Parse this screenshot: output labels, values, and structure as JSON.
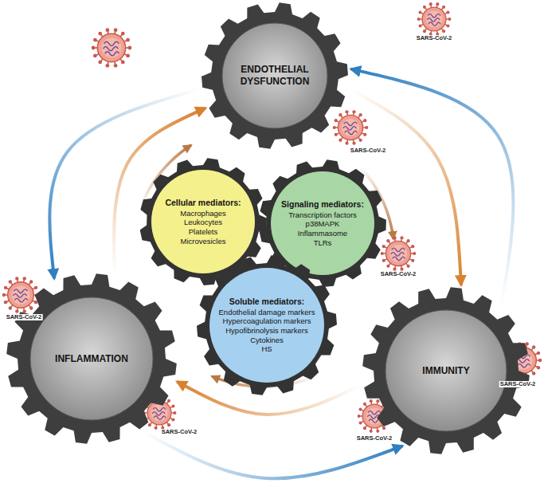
{
  "diagram": {
    "nodes": [
      {
        "text": [
          "ENDOTHELIAL DYSFUNCTION"
        ]
      },
      {
        "text": [
          "Cellular mediators:",
          "Macrophages",
          "Leukocytes",
          "Platelets",
          "Microvesicles"
        ]
      },
      {
        "text": [
          "Signaling mediators:",
          "Transcription factors",
          "p38MAPK",
          "Inflammasome",
          "TLRs"
        ]
      },
      {
        "text": [
          "Soluble mediators:",
          "Endothelial damage markers",
          "Hypercoagulation markers",
          "Hypofibrinolysis markers",
          "Cytokines",
          "HS"
        ]
      },
      {
        "text": [
          "INFLAMMATION"
        ]
      },
      {
        "text": [
          "IMMUNITY"
        ]
      }
    ],
    "edges": [
      {
        "from": 0,
        "to": 4,
        "arrow": "to"
      },
      {
        "from": 4,
        "to": 0,
        "arrow": "to"
      },
      {
        "from": 0,
        "to": 5,
        "arrow": "to"
      },
      {
        "from": 5,
        "to": 0,
        "arrow": "to"
      },
      {
        "from": 5,
        "to": 4,
        "arrow": "to"
      },
      {
        "from": 4,
        "to": 5,
        "arrow": "to"
      }
    ],
    "labels": [
      "SARS-CoV-2",
      "SARS-CoV-2",
      "SARS-CoV-2",
      "SARS-CoV-2",
      "SARS-CoV-2",
      "SARS-CoV-2",
      "SARS-CoV-2"
    ]
  }
}
